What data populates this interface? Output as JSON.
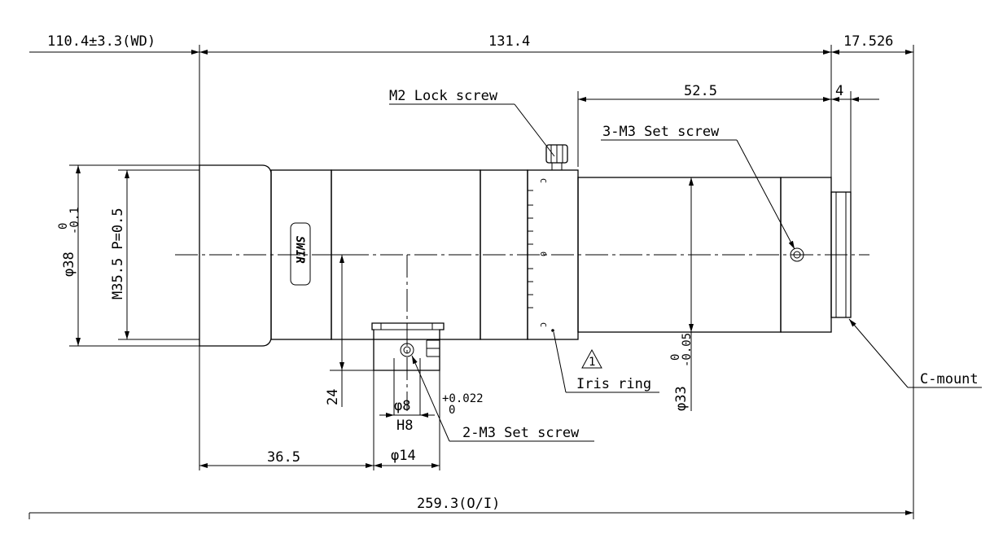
{
  "dimensions": {
    "working_distance": "110.4±3.3(WD)",
    "body_length": "131.4",
    "flange_back": "17.526",
    "rear_length": "52.5",
    "mount_depth": "4",
    "front_diameter_prefix": "φ38",
    "front_diameter_tol_upper": "0",
    "front_diameter_tol_lower": "-0.1",
    "filter_thread": "M35.5 P=0.5",
    "rear_diameter_prefix": "φ33",
    "rear_diameter_tol_upper": "0",
    "rear_diameter_tol_lower": "-0.05",
    "clamp_height": "24",
    "pin_diameter": "φ8",
    "pin_fit": "H8",
    "pin_tol_upper": "+0.022",
    "pin_tol_lower": "0",
    "clamp_width": "φ14",
    "clamp_offset": "36.5",
    "total_length": "259.3(O/I)"
  },
  "labels": {
    "lock_screw": "M2 Lock screw",
    "set_screw_3": "3-M3 Set screw",
    "set_screw_2": "2-M3 Set screw",
    "iris_ring": "Iris ring",
    "iris_note_number": "1",
    "c_mount": "C-mount",
    "brand": "SWIR"
  },
  "ring_marks": [
    "C",
    "0",
    "C"
  ]
}
